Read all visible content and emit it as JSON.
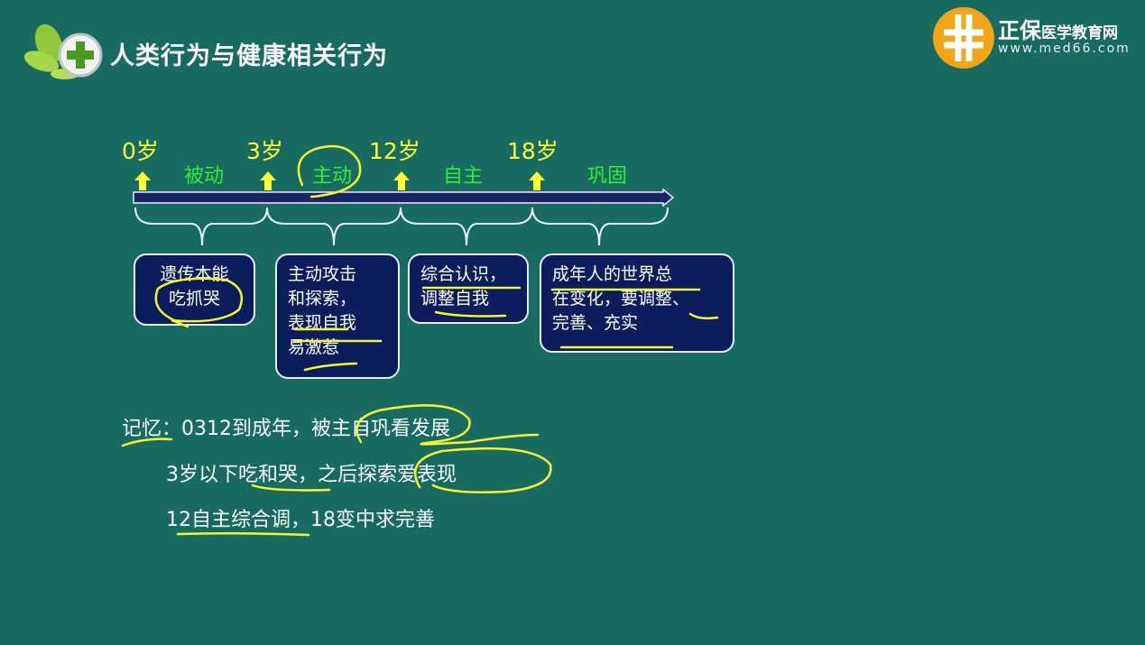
{
  "header": {
    "title": "人类行为与健康相关行为"
  },
  "brand": {
    "name_main": "正保",
    "name_sub": "医学教育网",
    "url": "www.med66.com",
    "color": "#f2a516"
  },
  "timeline": {
    "ages": [
      "0岁",
      "3岁",
      "12岁",
      "18岁"
    ],
    "stages": [
      "被动",
      "主动",
      "自主",
      "巩固"
    ],
    "boxes": [
      {
        "lines": [
          "遗传本能",
          "吃抓哭"
        ]
      },
      {
        "lines": [
          "主动攻击",
          "和探索，",
          "表现自我",
          "易激惹"
        ]
      },
      {
        "lines": [
          "综合认识，",
          "调整自我"
        ]
      },
      {
        "lines": [
          "成年人的世界总",
          "在变化，要调整、",
          "完善、充实"
        ]
      }
    ]
  },
  "memory": {
    "lines": [
      "记忆：0312到成年，被主自巩看发展",
      "3岁以下吃和哭，之后探索爱表现",
      "12自主综合调，18变中求完善"
    ]
  },
  "colors": {
    "background": "#176b60",
    "age": "#ffff33",
    "stage": "#33ee33",
    "box": "#0b1d5c",
    "highlight": "#f5f532"
  }
}
